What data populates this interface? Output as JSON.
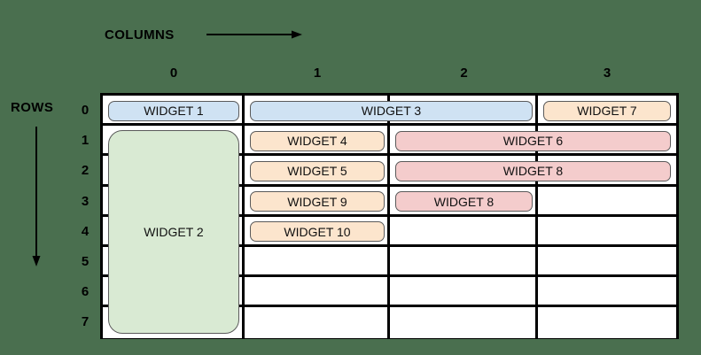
{
  "diagram": {
    "title_columns": "COLUMNS",
    "title_rows": "ROWS",
    "background_color": "#4a6f4f",
    "grid_line_color": "#000000",
    "cell_background": "#ffffff"
  },
  "axes": {
    "column_labels": [
      "0",
      "1",
      "2",
      "3"
    ],
    "row_labels": [
      "0",
      "1",
      "2",
      "3",
      "4",
      "5",
      "6",
      "7"
    ],
    "columns_arrow_direction": "right",
    "rows_arrow_direction": "down"
  },
  "palette": {
    "blue": "#cfe2f3",
    "orange": "#fce5cd",
    "pink": "#f4cccc",
    "green": "#d9ead3"
  },
  "widgets": [
    {
      "label": "WIDGET 1",
      "color": "blue",
      "row": 0,
      "col": 0,
      "rowspan": 1,
      "colspan": 1
    },
    {
      "label": "WIDGET 3",
      "color": "blue",
      "row": 0,
      "col": 1,
      "rowspan": 1,
      "colspan": 2
    },
    {
      "label": "WIDGET 7",
      "color": "orange",
      "row": 0,
      "col": 3,
      "rowspan": 1,
      "colspan": 1
    },
    {
      "label": "WIDGET 2",
      "color": "green",
      "row": 1,
      "col": 0,
      "rowspan": 7,
      "colspan": 1
    },
    {
      "label": "WIDGET 4",
      "color": "orange",
      "row": 1,
      "col": 1,
      "rowspan": 1,
      "colspan": 1
    },
    {
      "label": "WIDGET 6",
      "color": "pink",
      "row": 1,
      "col": 2,
      "rowspan": 1,
      "colspan": 2
    },
    {
      "label": "WIDGET 5",
      "color": "orange",
      "row": 2,
      "col": 1,
      "rowspan": 1,
      "colspan": 1
    },
    {
      "label": "WIDGET 8",
      "color": "pink",
      "row": 2,
      "col": 2,
      "rowspan": 1,
      "colspan": 2
    },
    {
      "label": "WIDGET 9",
      "color": "orange",
      "row": 3,
      "col": 1,
      "rowspan": 1,
      "colspan": 1
    },
    {
      "label": "WIDGET 8",
      "color": "pink",
      "row": 3,
      "col": 2,
      "rowspan": 1,
      "colspan": 1
    },
    {
      "label": "WIDGET 10",
      "color": "orange",
      "row": 4,
      "col": 1,
      "rowspan": 1,
      "colspan": 1
    }
  ]
}
